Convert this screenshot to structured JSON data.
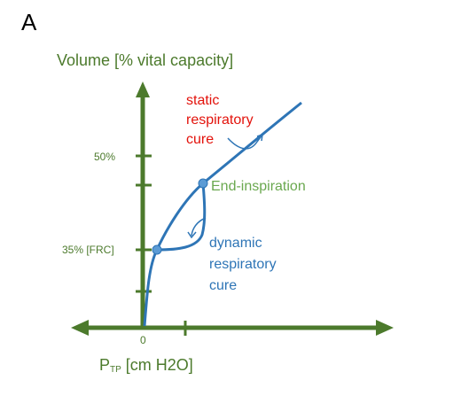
{
  "panel_label": "A",
  "y_axis_label": "Volume [% vital capacity]",
  "x_axis_label": {
    "main": "P",
    "subscript": "TP",
    "rest": " [cm H2O]"
  },
  "ticks": {
    "origin": "0",
    "y_50": "50%",
    "y_35": "35% [FRC]"
  },
  "annotations": {
    "static_curve": [
      "static",
      "respiratory",
      "cure"
    ],
    "dynamic_curve": [
      "dynamic",
      "respiratory",
      "cure"
    ],
    "end_inspiration": "End-inspiration"
  },
  "colors": {
    "axis": "#4c7a2c",
    "curve": "#2e75b6",
    "point": "#5b9bd5",
    "static_label": "#e3120b",
    "dynamic_label": "#2e75b6",
    "end_inspiration_label": "#6aa84f"
  }
}
